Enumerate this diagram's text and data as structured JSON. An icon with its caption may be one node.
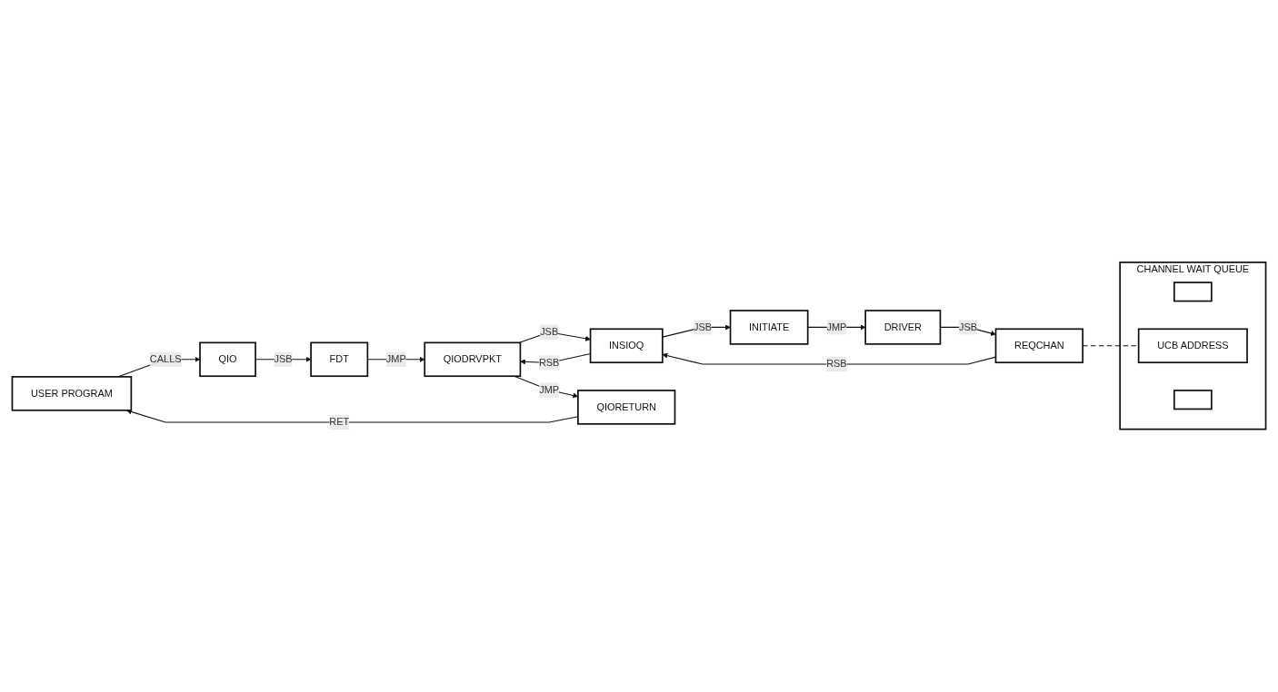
{
  "diagram": {
    "nodes": [
      {
        "text": [
          "USER PROGRAM"
        ]
      },
      {
        "text": [
          "QIO"
        ]
      },
      {
        "text": [
          "FDT"
        ]
      },
      {
        "text": [
          "QIODRVPKT"
        ]
      },
      {
        "text": [
          "INSIOQ"
        ]
      },
      {
        "text": [
          "INITIATE"
        ]
      },
      {
        "text": [
          "QIORETURN"
        ]
      },
      {
        "text": [
          "DRIVER"
        ]
      },
      {
        "text": [
          "REQCHAN"
        ]
      },
      {
        "text": [
          "CHANNEL WAIT QUEUE"
        ]
      },
      {
        "text": [],
        "shape": "box",
        "in": 9
      },
      {
        "text": [
          "UCB ADDRESS"
        ],
        "in": 9
      },
      {
        "text": [],
        "shape": "box",
        "in": 9
      }
    ],
    "edges": [
      {
        "from": 0,
        "to": 1,
        "arrow": "to",
        "label": "CALLS"
      },
      {
        "from": 1,
        "to": 2,
        "arrow": "to",
        "label": "JSB"
      },
      {
        "from": 2,
        "to": 3,
        "arrow": "to",
        "label": "JMP"
      },
      {
        "from": 3,
        "to": 4,
        "arrow": "to",
        "label": "JSB"
      },
      {
        "from": 4,
        "to": 3,
        "arrow": "to",
        "label": "RSB"
      },
      {
        "from": 4,
        "to": 5,
        "arrow": "to",
        "label": "JSB"
      },
      {
        "from": 3,
        "to": 6,
        "arrow": "to",
        "label": "JMP"
      },
      {
        "from": 6,
        "to": 0,
        "arrow": "to",
        "label": "RET"
      },
      {
        "from": 5,
        "to": 7,
        "arrow": "to",
        "label": "JMP"
      },
      {
        "from": 7,
        "to": 8,
        "arrow": "to",
        "label": "JSB"
      },
      {
        "from": 8,
        "to": 4,
        "arrow": "to",
        "label": "RSB"
      },
      {
        "from": 8,
        "to": 11,
        "arrow": "none",
        "style": "dashed"
      }
    ]
  }
}
